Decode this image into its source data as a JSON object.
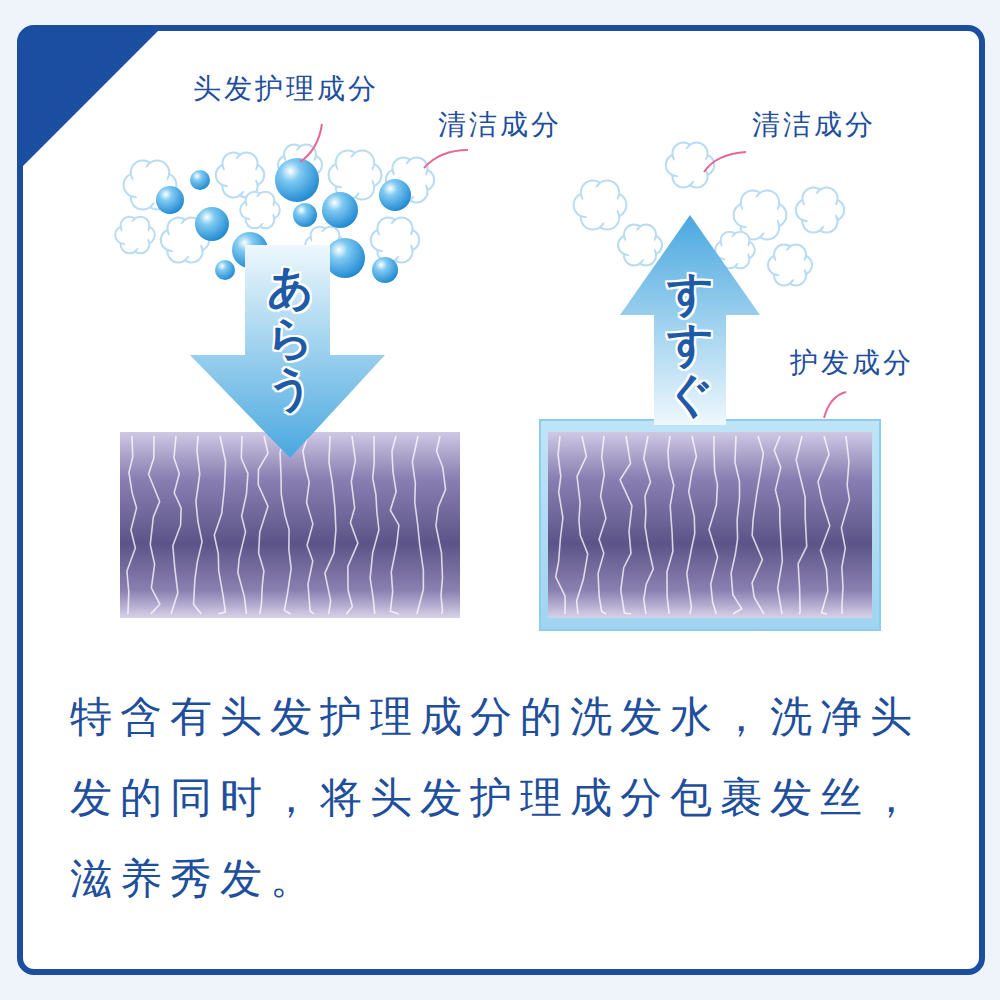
{
  "diagram": {
    "caption": "特含有头发护理成分的洗发水，洗净头发的同时，将头发护理成分包裹发丝，滋养秀发。",
    "nodes": [
      {
        "text": [
          "あらう"
        ]
      },
      {
        "text": [
          "すすぐ"
        ]
      }
    ],
    "labels": [
      "头发护理成分",
      "清洁成分",
      "清洁成分",
      "护发成分"
    ]
  }
}
